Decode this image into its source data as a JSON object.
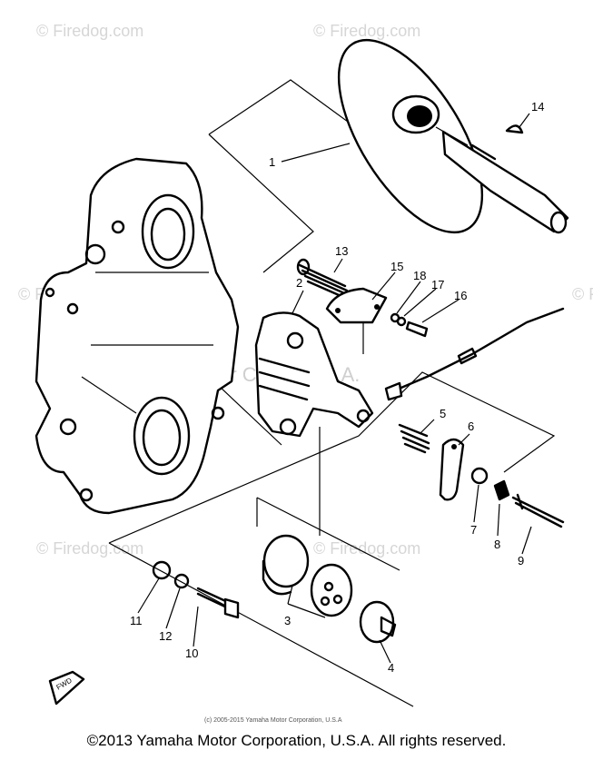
{
  "watermarks": {
    "site": "© Firedog.com",
    "center": "Yamaha Motor Corp., U.S.A."
  },
  "fine_print": "(c) 2005-2015 Yamaha Motor Corporation, U.S.A",
  "caption": "©2013 Yamaha Motor Corporation, U.S.A. All rights reserved.",
  "arrow_label": "FWD",
  "part_numbers": {
    "p1": "1",
    "p2": "2",
    "p3": "3",
    "p4": "4",
    "p5": "5",
    "p6": "6",
    "p7": "7",
    "p8": "8",
    "p9": "9",
    "p10": "10",
    "p11": "11",
    "p12": "12",
    "p13": "13",
    "p14": "14",
    "p15": "15",
    "p16": "16",
    "p17": "17",
    "p18": "18"
  },
  "colors": {
    "ink": "#000000",
    "watermark": "#d6d6d6",
    "background": "#ffffff"
  }
}
